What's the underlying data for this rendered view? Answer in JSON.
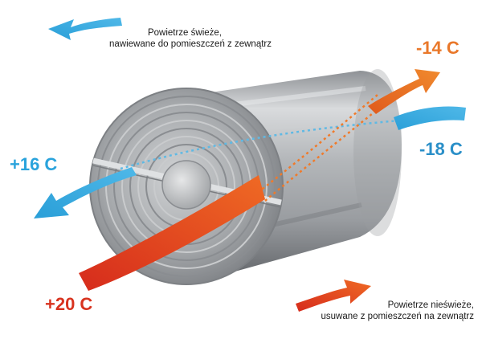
{
  "labels": {
    "fresh_air": {
      "line1": "Powietrze świeże,",
      "line2": "nawiewane do pomieszczeń z zewnątrz"
    },
    "exhaust_air": {
      "line1": "Powietrze nieświeże,",
      "line2": "usuwane z pomieszczeń na zewnątrz"
    }
  },
  "temperatures": {
    "exhaust_out": "-14 C",
    "outdoor_in": "-18 C",
    "supply_out": "+16 C",
    "room_in": "+20 C"
  },
  "colors": {
    "blue": "#2aa3dc",
    "orange": "#e9782a",
    "red": "#d8331f",
    "steel": "#b9bcc0"
  }
}
